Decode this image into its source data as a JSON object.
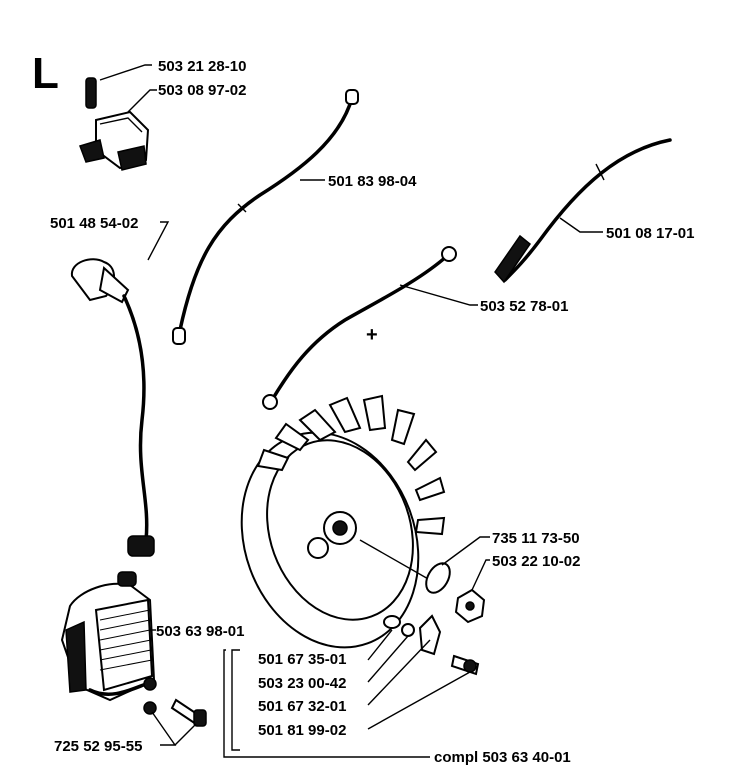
{
  "section_letter": "L",
  "parts": {
    "screw_ignition": "503 21 28-10",
    "ignition_module": "503 08 97-02",
    "cable_top": "501 83 98-04",
    "spark_plug_cap": "501 48 54-02",
    "cable_tube": "501 08 17-01",
    "ground_cable": "503 52 78-01",
    "washer": "735 11 73-50",
    "nut": "503 22 10-02",
    "coil": "503 63 98-01",
    "part_35": "501 67 35-01",
    "part_42": "503 23 00-42",
    "part_32": "501 67 32-01",
    "part_99": "501 81 99-02",
    "coil_screw": "725 52 95-55",
    "complete_set": "compl 503 63 40-01"
  }
}
